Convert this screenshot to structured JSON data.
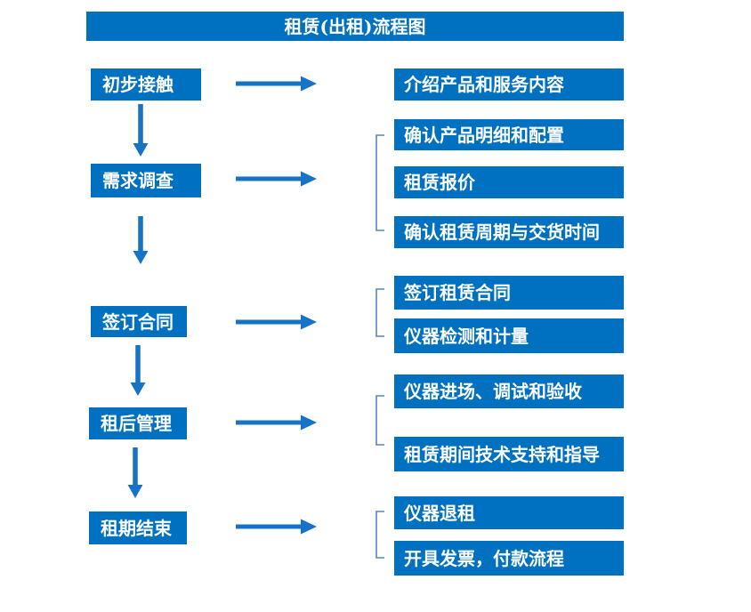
{
  "title": "租赁(出租)流程图",
  "colors": {
    "box": "#0070C0",
    "arrow": "#1673C5",
    "bracket": "#5B84B8",
    "text": "#FFFFFF",
    "background": "#FFFFFF"
  },
  "steps": [
    {
      "label": "初步接触",
      "outputs": [
        "介绍产品和服务内容"
      ]
    },
    {
      "label": "需求调查",
      "outputs": [
        "确认产品明细和配置",
        "租赁报价",
        "确认租赁周期与交货时间"
      ]
    },
    {
      "label": "签订合同",
      "outputs": [
        "签订租赁合同",
        "仪器检测和计量"
      ]
    },
    {
      "label": "租后管理",
      "outputs": [
        "仪器进场、调试和验收",
        "租赁期间技术支持和指导"
      ]
    },
    {
      "label": "租期结束",
      "outputs": [
        "仪器退租",
        "开具发票，付款流程"
      ]
    }
  ]
}
